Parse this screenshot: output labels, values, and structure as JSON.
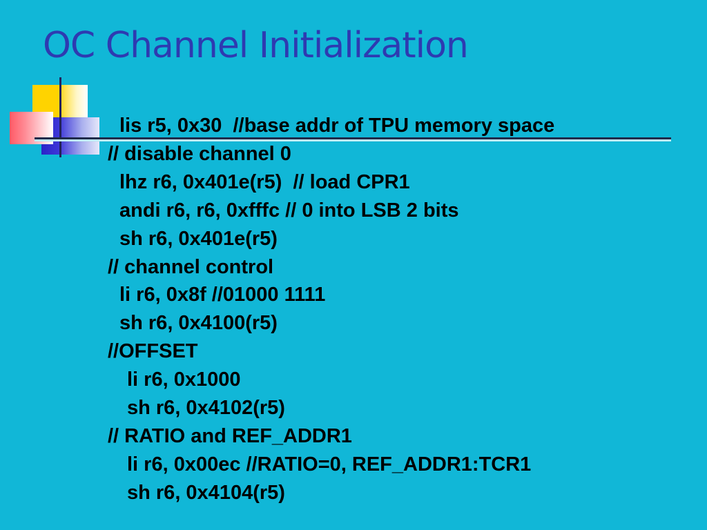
{
  "slide": {
    "title": "OC Channel Initialization",
    "lines": [
      {
        "indent": 1,
        "text": "lis r5, 0x30  //base addr of TPU memory space"
      },
      {
        "indent": 0,
        "text": "// disable channel 0"
      },
      {
        "indent": 1,
        "text": "lhz r6, 0x401e(r5)  // load CPR1"
      },
      {
        "indent": 1,
        "text": "andi r6, r6, 0xfffc // 0 into LSB 2 bits"
      },
      {
        "indent": 1,
        "text": "sh r6, 0x401e(r5)"
      },
      {
        "indent": 0,
        "text": "// channel control"
      },
      {
        "indent": 1,
        "text": "li r6, 0x8f //01000 1111"
      },
      {
        "indent": 1,
        "text": "sh r6, 0x4100(r5)"
      },
      {
        "indent": 0,
        "text": "//OFFSET"
      },
      {
        "indent": 2,
        "text": "li r6, 0x1000"
      },
      {
        "indent": 2,
        "text": "sh r6, 0x4102(r5)"
      },
      {
        "indent": 0,
        "text": "// RATIO and REF_ADDR1"
      },
      {
        "indent": 2,
        "text": "li r6, 0x00ec //RATIO=0, REF_ADDR1:TCR1"
      },
      {
        "indent": 2,
        "text": "sh r6, 0x4104(r5)"
      }
    ],
    "colors": {
      "background": "#11b7d7",
      "title": "#2e3ab1",
      "text": "#000000"
    }
  }
}
